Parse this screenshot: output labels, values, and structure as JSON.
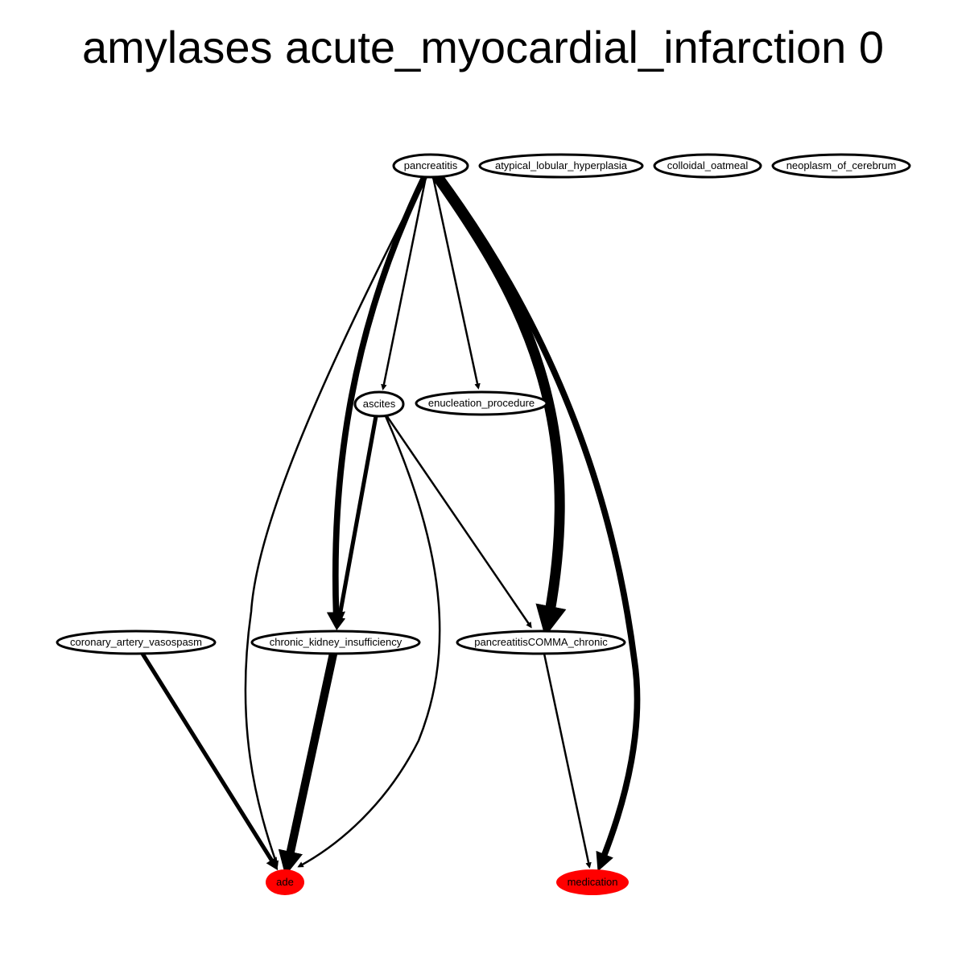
{
  "title": "amylases acute_myocardial_infarction 0",
  "colors": {
    "edge": "#000000",
    "node_stroke": "#000000",
    "node_fill": "#ffffff",
    "highlight_fill": "#ff0000",
    "background": "#ffffff"
  },
  "nodes": [
    {
      "id": "pancreatitis",
      "label": "pancreatitis",
      "highlight": false
    },
    {
      "id": "atypical_lobular_hyperplasia",
      "label": "atypical_lobular_hyperplasia",
      "highlight": false
    },
    {
      "id": "colloidal_oatmeal",
      "label": "colloidal_oatmeal",
      "highlight": false
    },
    {
      "id": "neoplasm_of_cerebrum",
      "label": "neoplasm_of_cerebrum",
      "highlight": false
    },
    {
      "id": "ascites",
      "label": "ascites",
      "highlight": false
    },
    {
      "id": "enucleation_procedure",
      "label": "enucleation_procedure",
      "highlight": false
    },
    {
      "id": "coronary_artery_vasospasm",
      "label": "coronary_artery_vasospasm",
      "highlight": false
    },
    {
      "id": "chronic_kidney_insufficiency",
      "label": "chronic_kidney_insufficiency",
      "highlight": false
    },
    {
      "id": "pancreatitisCOMMA_chronic",
      "label": "pancreatitisCOMMA_chronic",
      "highlight": false
    },
    {
      "id": "ade",
      "label": "ade",
      "highlight": true
    },
    {
      "id": "medication",
      "label": "medication",
      "highlight": true
    }
  ],
  "edges": [
    {
      "from": "pancreatitis",
      "to": "ade",
      "weight": 1
    },
    {
      "from": "pancreatitis",
      "to": "chronic_kidney_insufficiency",
      "weight": 3
    },
    {
      "from": "pancreatitis",
      "to": "ascites",
      "weight": 1
    },
    {
      "from": "pancreatitis",
      "to": "enucleation_procedure",
      "weight": 1
    },
    {
      "from": "pancreatitis",
      "to": "pancreatitisCOMMA_chronic",
      "weight": 5
    },
    {
      "from": "pancreatitis",
      "to": "medication",
      "weight": 3
    },
    {
      "from": "ascites",
      "to": "chronic_kidney_insufficiency",
      "weight": 2
    },
    {
      "from": "ascites",
      "to": "ade",
      "weight": 1
    },
    {
      "from": "ascites",
      "to": "pancreatitisCOMMA_chronic",
      "weight": 1
    },
    {
      "from": "coronary_artery_vasospasm",
      "to": "ade",
      "weight": 2
    },
    {
      "from": "chronic_kidney_insufficiency",
      "to": "ade",
      "weight": 4
    },
    {
      "from": "pancreatitisCOMMA_chronic",
      "to": "medication",
      "weight": 1
    }
  ]
}
